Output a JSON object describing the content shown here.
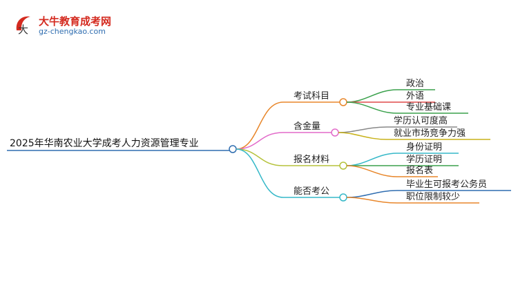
{
  "logo": {
    "title": "大牛教育成考网",
    "url": "gz-chengkao.com"
  },
  "mindmap": {
    "root": "2025年华南农业大学成考人力资源管理专业",
    "branches": [
      {
        "label": "考试科目",
        "color": "#e8862a",
        "children": [
          "政治",
          "外语",
          "专业基础课"
        ],
        "child_colors": [
          "#3aa14c",
          "#e04a4a",
          "#3aa14c"
        ]
      },
      {
        "label": "含金量",
        "color": "#e26ac9",
        "children": [
          "学历认可度高",
          "就业市场竞争力强"
        ],
        "child_colors": [
          "#888888",
          "#c8b21a"
        ]
      },
      {
        "label": "报名材料",
        "color": "#b5c23a",
        "children": [
          "身份证明",
          "学历证明",
          "报名表"
        ],
        "child_colors": [
          "#35b8c8",
          "#3aa14c",
          "#e8862a"
        ]
      },
      {
        "label": "能否考公",
        "color": "#35b8c8",
        "children": [
          "毕业生可报考公务员",
          "职位限制较少"
        ],
        "child_colors": [
          "#2f6db0",
          "#e8862a"
        ]
      }
    ],
    "root_color": "#2f6db0"
  }
}
